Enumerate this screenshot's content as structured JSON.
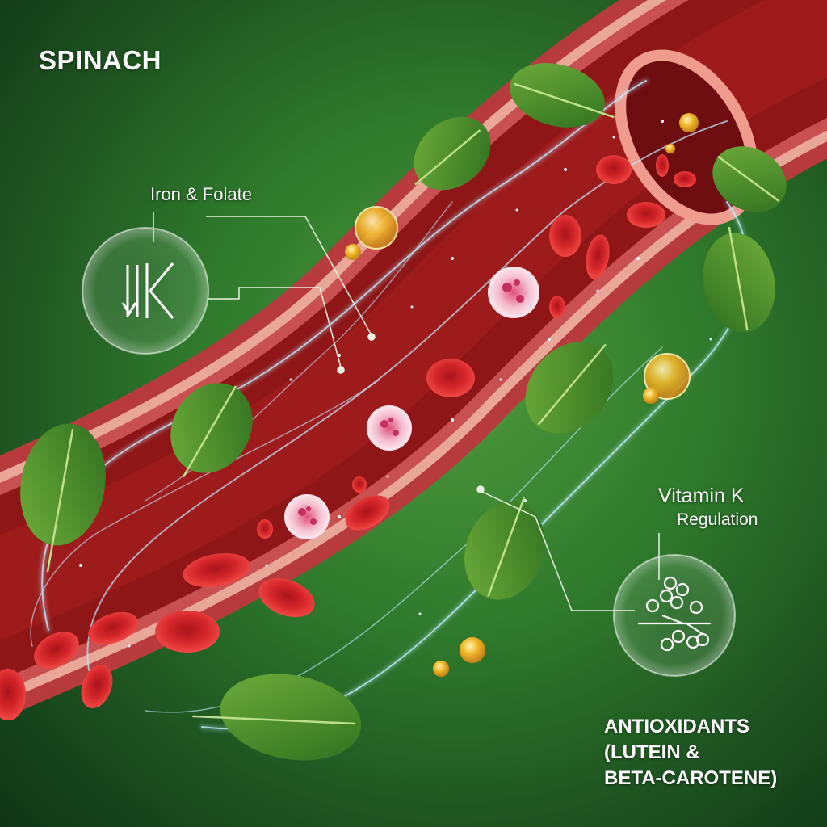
{
  "title": "SPINACH",
  "labels": {
    "iron_folate": "Iron & Folate",
    "vitamin_k": "Vitamin K",
    "vitamin_k_sub": "Regulation",
    "antioxidants_lines": [
      "ANTIOXIDANTS",
      "(LUTEIN &",
      "BETA-CAROTENE)"
    ]
  },
  "icons": {
    "left_badge": "iron-k-symbol-icon",
    "right_badge": "molecule-structure-icon"
  },
  "colors": {
    "background": "#2f7a2c",
    "vessel_wall": "#c94a4a",
    "blood": "#8e1616",
    "red_cell": "#d8282a",
    "leaf": "#4f8f2c",
    "energy_stream": "#bfe8ff",
    "nutrient_orb": "#f2c431"
  }
}
